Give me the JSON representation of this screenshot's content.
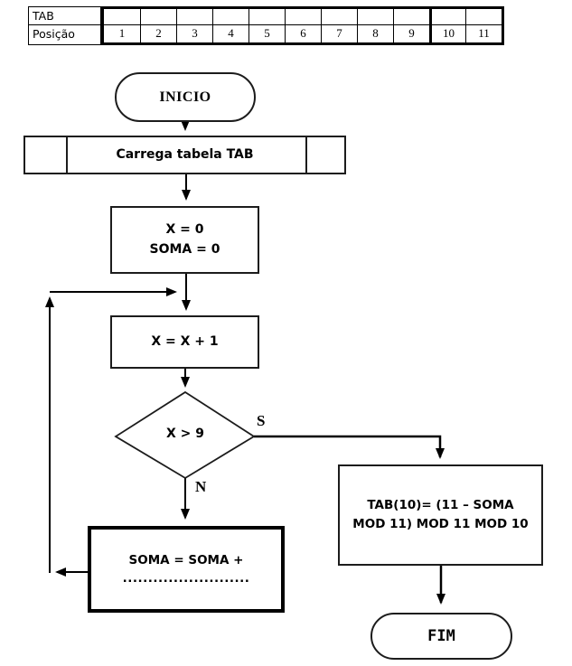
{
  "table": {
    "row1_label": "TAB",
    "row2_label": "Posição",
    "positions": [
      "1",
      "2",
      "3",
      "4",
      "5",
      "6",
      "7",
      "8",
      "9",
      "10",
      "11"
    ]
  },
  "flowchart": {
    "start_label": "INICIO",
    "load_label": "Carrega tabela TAB",
    "init_line1": "X = 0",
    "init_line2": "SOMA = 0",
    "increment_label": "X = X + 1",
    "decision_label": "X > 9",
    "yes_label": "S",
    "no_label": "N",
    "sum_line1": "SOMA = SOMA +",
    "sum_line2": ".........................",
    "calc_line1": "TAB(10)= (11 – SOMA",
    "calc_line2": "MOD 11) MOD 11 MOD 10",
    "end_label": "FIM"
  },
  "colors": {
    "line": "#000000",
    "border": "#1c1c1c",
    "background": "#ffffff"
  }
}
